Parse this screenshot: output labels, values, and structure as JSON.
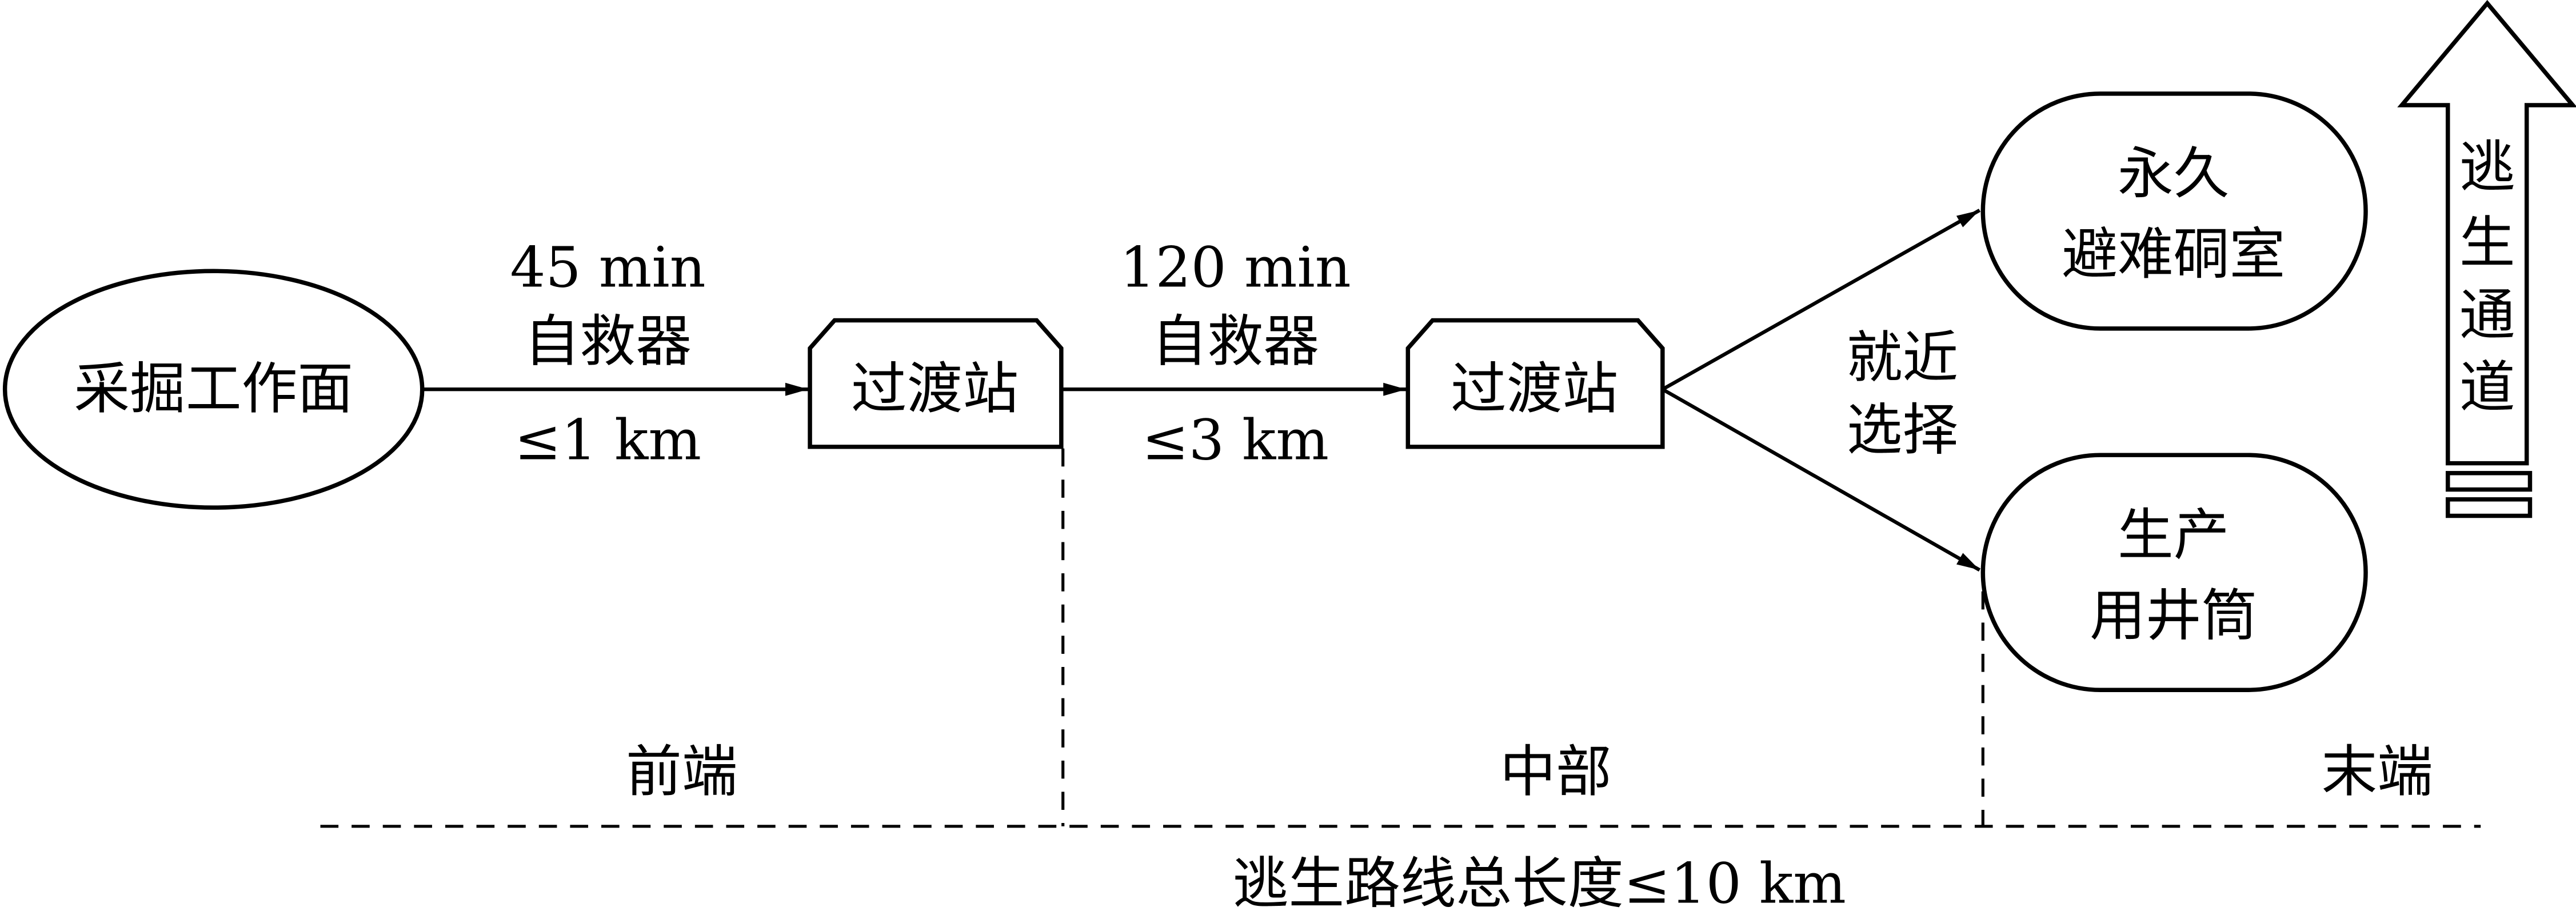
{
  "nodes": {
    "workface": "采掘工作面",
    "station1": "过渡站",
    "station2": "过渡站",
    "refuge": [
      "永久",
      "避难硐室"
    ],
    "shaft": [
      "生产",
      "用井筒"
    ]
  },
  "edges": {
    "seg1": {
      "time": "45 min",
      "device": "自救器",
      "distance": "≤1 km"
    },
    "seg2": {
      "time": "120 min",
      "device": "自救器",
      "distance": "≤3 km"
    },
    "choice": [
      "就近",
      "选择"
    ]
  },
  "escape_channel": [
    "逃",
    "生",
    "通",
    "道"
  ],
  "zones": {
    "front": "前端",
    "middle": "中部",
    "end": "末端"
  },
  "total_length": "逃生路线总长度≤10 km"
}
